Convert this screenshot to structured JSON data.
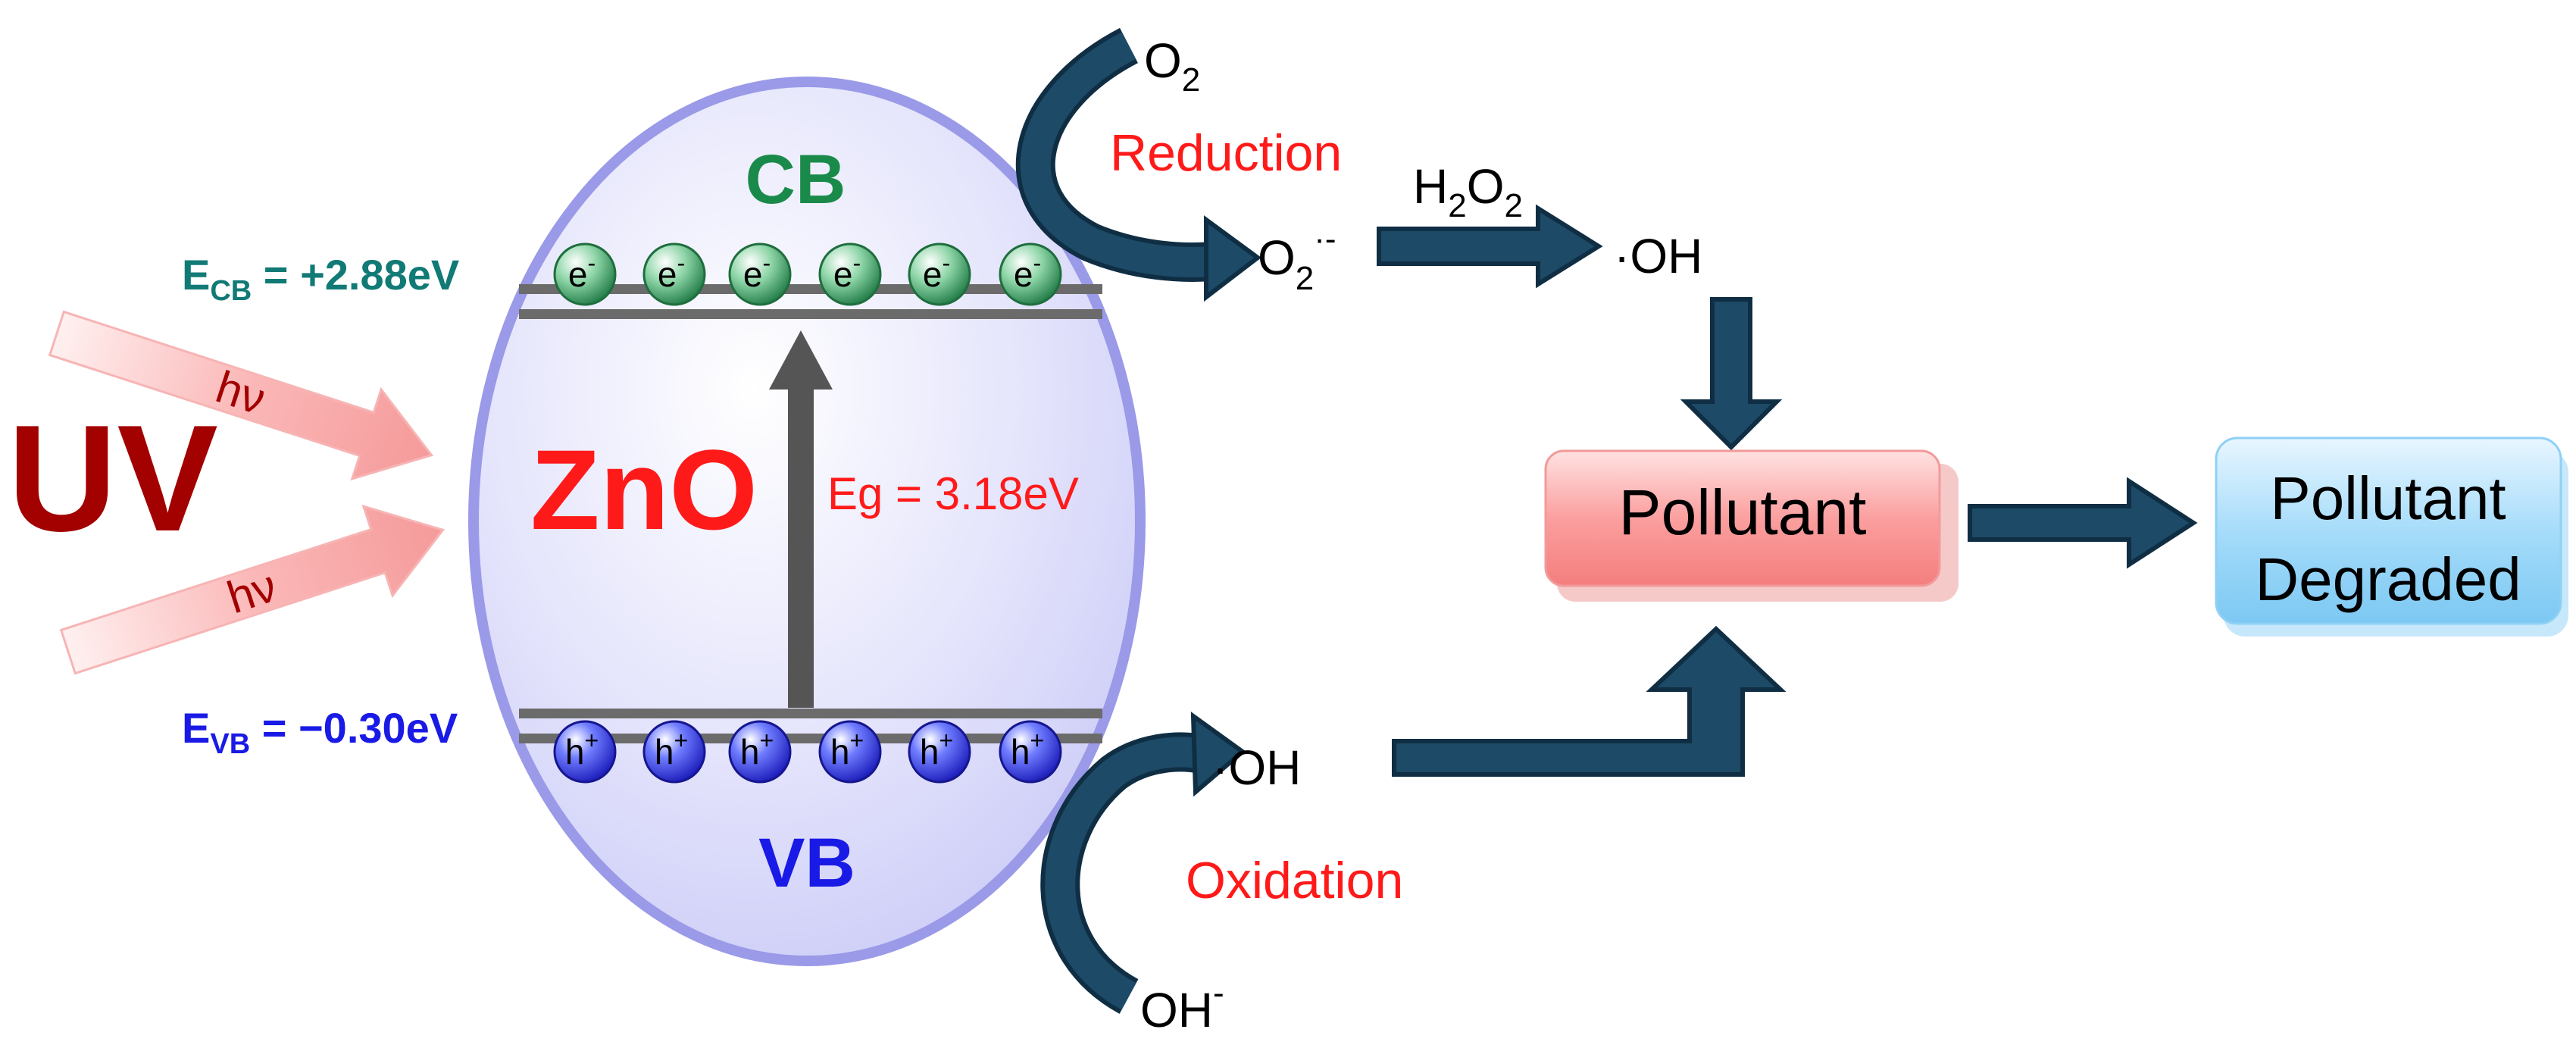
{
  "light_source": {
    "label": "UV",
    "photon": "hν"
  },
  "semiconductor": {
    "name": "ZnO",
    "conduction_band": "CB",
    "valence_band": "VB",
    "band_gap": "Eg = 3.18eV",
    "e_cb": {
      "symbol": "E",
      "sub": "CB",
      "value": " = +2.88eV"
    },
    "e_vb": {
      "symbol": "E",
      "sub": "VB",
      "value": " = −0.30eV"
    },
    "electron": {
      "base": "e",
      "sup": "-"
    },
    "hole": {
      "base": "h",
      "sup": "+"
    },
    "electron_count": 6,
    "hole_count": 6
  },
  "reduction": {
    "label": "Reduction",
    "reactant": {
      "base": "O",
      "sub": "2"
    },
    "product": {
      "base": "O",
      "sub": "2",
      "sup": "·-"
    },
    "intermediate": {
      "a": "H",
      "sub1": "2",
      "b": "O",
      "sub2": "2"
    },
    "radical": "·OH"
  },
  "oxidation": {
    "label": "Oxidation",
    "reactant": {
      "base": "OH",
      "sup": "-"
    },
    "radical": "·OH"
  },
  "pollutant_box": {
    "label": "Pollutant"
  },
  "degraded_box": {
    "line1": "Pollutant",
    "line2": "Degraded"
  },
  "colors": {
    "uv": "#a30000",
    "red_text": "#ff1a1a",
    "cb_text": "#1a8a4a",
    "e_cb_text": "#117a76",
    "vb_text": "#1a1ae6",
    "arrow_navy": "#1d4a66",
    "band_line": "#6b6b6b",
    "ellipse_fill": "#d7d7fb",
    "ellipse_stroke": "#9a9ae8"
  }
}
